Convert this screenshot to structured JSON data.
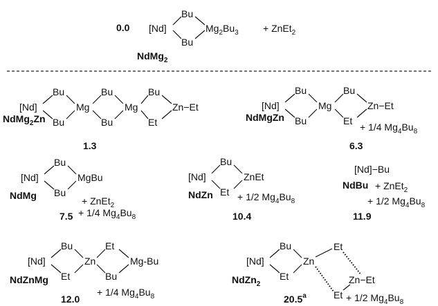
{
  "diagram": {
    "reference": {
      "value": "0.0",
      "name_main": "NdMg",
      "name_sub": "2",
      "nd": "[Nd]",
      "bu": "Bu",
      "mg_main": "Mg",
      "mg_sub1": "2",
      "mg_mid": "Bu",
      "mg_sub2": "3",
      "plus_zn": "+ ZnEt",
      "zn_sub": "2"
    },
    "common": {
      "nd": "[Nd]",
      "bu": "Bu",
      "et": "Et",
      "mg": "Mg",
      "zn": "Zn",
      "dash_et": "−Et",
      "dash_bu": "−Bu",
      "mg_dash_bu": "Mg-Bu",
      "mgbu": "MgBu",
      "znet": "ZnEt",
      "q_mg4bu8": "1/4 Mg",
      "h_mg4bu8": "1/2 Mg",
      "plus_q_mg4bu8": "+ 1/4 Mg",
      "plus_h_mg4bu8": "+ 1/2 Mg",
      "mg4_sub": "4",
      "bu8_text": "Bu",
      "bu8_sub": "8",
      "plus_znet2": "+ ZnEt",
      "znet2_sub": "2"
    },
    "structures": [
      {
        "id": "NdMg2Zn",
        "name_main": "NdMg",
        "name_sub": "2",
        "name_tail": "Zn",
        "value": "1.3"
      },
      {
        "id": "NdMgZn",
        "name": "NdMgZn",
        "value": "6.3"
      },
      {
        "id": "NdMg",
        "name": "NdMg",
        "value": "7.5"
      },
      {
        "id": "NdZn",
        "name": "NdZn",
        "value": "10.4"
      },
      {
        "id": "NdBu",
        "name": "NdBu",
        "value": "11.9"
      },
      {
        "id": "NdZnMg",
        "name": "NdZnMg",
        "value": "12.0"
      },
      {
        "id": "NdZn2",
        "name_main": "NdZn",
        "name_sub": "2",
        "value": "20.5",
        "value_sup": "a"
      }
    ]
  }
}
